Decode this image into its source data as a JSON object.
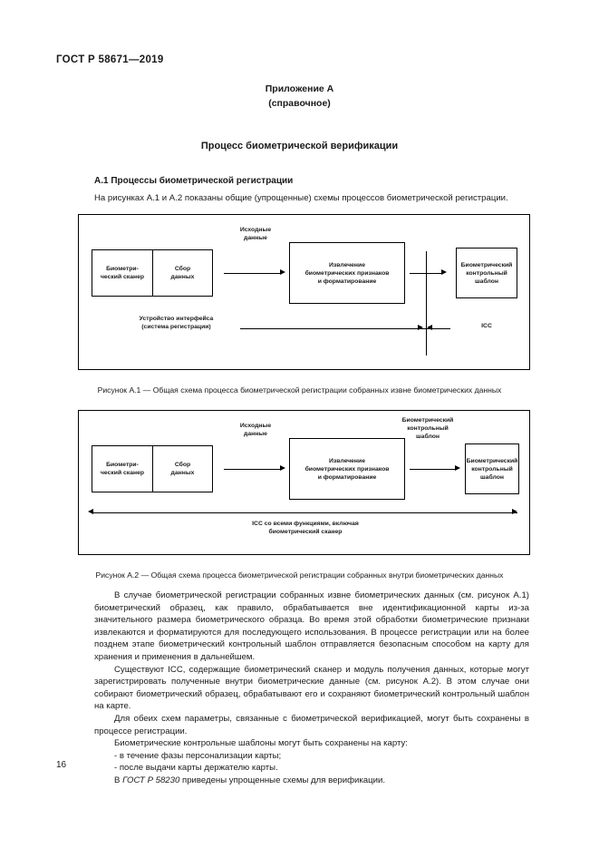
{
  "header": {
    "standard": "ГОСТ Р 58671—2019"
  },
  "annex": {
    "title": "Приложение А",
    "subtitle": "(справочное)",
    "heading": "Процесс биометрической верификации"
  },
  "section": {
    "number_title": "А.1  Процессы биометрической регистрации",
    "intro": "На рисунках А.1 и А.2 показаны общие (упрощенные) схемы процессов биометрической регистрации."
  },
  "figure1": {
    "caption": "Рисунок А.1 — Общая схема процесса биометрической регистрации собранных извне биометрических данных",
    "box_scanner": "Биометри-\nческий сканер",
    "box_capture": "Сбор\nданных",
    "box_extract": "Извлечение\nбиометрических признаков\nи форматирование",
    "box_template": "Биометрический\nконтрольный\nшаблон",
    "label_raw_data": "Исходные\nданные",
    "label_interface": "Устройство интерфейса\n(система регистрации)",
    "label_icc": "ICC"
  },
  "figure2": {
    "caption": "Рисунок А.2 — Общая схема процесса биометрической регистрации собранных внутри биометрических данных",
    "box_scanner": "Биометри-\nческий сканер",
    "box_capture": "Сбор\nданных",
    "box_extract": "Извлечение\nбиометрических признаков\nи форматирование",
    "box_template": "Биометрический\nконтрольный\nшаблон",
    "label_raw_data": "Исходные\nданные",
    "label_template_arrow": "Биометрический\nконтрольный\nшаблон",
    "label_icc_full": "ICC со всеми функциями, включая\nбиометрический сканер"
  },
  "body": {
    "para1": "В случае биометрической регистрации собранных извне биометрических данных (см. рисунок А.1) биометрический образец, как правило, обрабатывается вне идентификационной карты из-за значительного размера биометрического образца. Во время этой обработки биометрические признаки извлекаются и форматируются для последующего использования. В процессе регистрации или на более позднем этапе биометрический контрольный шаблон отправляется безопасным способом на карту для хранения и применения в дальнейшем.",
    "para2": "Существуют ICC, содержащие биометрический сканер и модуль получения данных, которые могут зарегистрировать полученные внутри биометрические данные (см. рисунок А.2). В этом случае они собирают биометрический образец, обрабатывают его и сохраняют биометрический контрольный шаблон на карте.",
    "para3": "Для обеих схем параметры, связанные с биометрической верификацией, могут быть сохранены в процессе регистрации.",
    "para4": "Биометрические контрольные шаблоны могут быть сохранены на карту:",
    "bullet1": "- в течение фазы персонализации карты;",
    "bullet2": "- после выдачи карты держателю карты.",
    "para5_prefix": "В ",
    "para5_ital": "ГОСТ Р 58230",
    "para5_suffix": " приведены упрощенные схемы для верификации."
  },
  "footer": {
    "page_number": "16"
  }
}
